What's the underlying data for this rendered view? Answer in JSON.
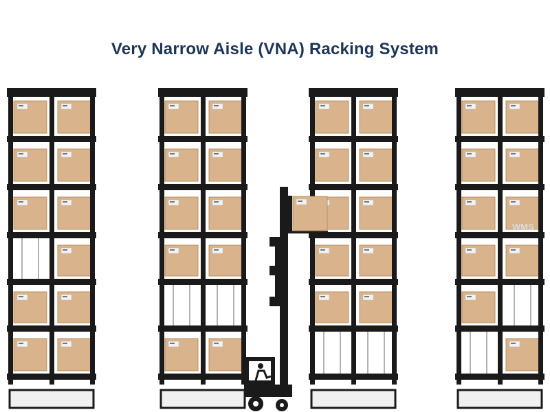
{
  "title": "Very Narrow Aisle (VNA) Racking System",
  "watermark": "WMS",
  "colors": {
    "frame": "#1a1a1a",
    "box": "#d9b38c",
    "box_edge": "#b8915f",
    "label": "#f2f2f2",
    "base": "#f0f0f0",
    "title": "#1d3557"
  },
  "racks": [
    {
      "name": "rack-1",
      "levels": [
        [
          1,
          1
        ],
        [
          1,
          1
        ],
        [
          1,
          1
        ],
        [
          0,
          1
        ],
        [
          1,
          1
        ],
        [
          1,
          1
        ]
      ]
    },
    {
      "name": "rack-2",
      "levels": [
        [
          1,
          1
        ],
        [
          1,
          1
        ],
        [
          1,
          1
        ],
        [
          1,
          1
        ],
        [
          0,
          0
        ],
        [
          1,
          1
        ]
      ]
    },
    {
      "name": "rack-3",
      "levels": [
        [
          1,
          1
        ],
        [
          1,
          1
        ],
        [
          1,
          1
        ],
        [
          1,
          1
        ],
        [
          1,
          1
        ],
        [
          0,
          0
        ]
      ]
    },
    {
      "name": "rack-4",
      "levels": [
        [
          1,
          1
        ],
        [
          1,
          1
        ],
        [
          1,
          1
        ],
        [
          1,
          1
        ],
        [
          1,
          0
        ],
        [
          0,
          1
        ]
      ]
    }
  ],
  "forklift": {
    "lifted_load": true
  }
}
